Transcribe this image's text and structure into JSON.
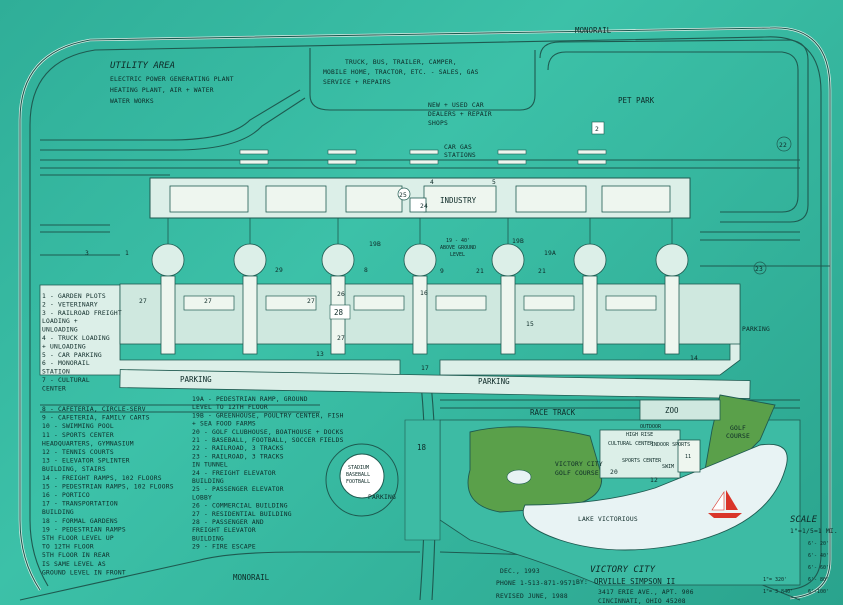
{
  "colors": {
    "background": "#35b59e",
    "ink": "#0d2a27",
    "pale": "#dcefe8",
    "building": "#e9f2ea",
    "golf": "#5aa04a",
    "lake": "#e8f3f4",
    "boat": "#d9352a"
  },
  "utility": {
    "title": "UTILITY    AREA",
    "lines": [
      "ELECTRIC POWER GENERATING PLANT",
      "HEATING PLANT, AIR + WATER",
      "WATER WORKS"
    ]
  },
  "truck": {
    "lines": [
      "TRUCK, BUS, TRAILER, CAMPER,",
      "MOBILE HOME, TRACTOR, ETC. - SALES, GAS",
      "SERVICE + REPAIRS"
    ]
  },
  "cars": {
    "lines": [
      "NEW + USED CAR",
      "DEALERS + REPAIR",
      "SHOPS"
    ]
  },
  "gas": {
    "lines": [
      "CAR GAS",
      "STATIONS"
    ]
  },
  "monorail_top": "MONORAIL",
  "monorail_bottom": "MONORAIL",
  "pet_park": "PET PARK",
  "industry": "INDUSTRY",
  "parking_left": "PARKING",
  "parking_mid": "PARKING",
  "parking_right": "PARKING",
  "parking_stadium": "PARKING",
  "race_track": "RACE TRACK",
  "zoo": "ZOO",
  "golf_main": {
    "lines": [
      "VICTORY CITY",
      "GOLF COURSE"
    ]
  },
  "golf_right": {
    "lines": [
      "GOLF",
      "COURSE"
    ]
  },
  "lake": "LAKE VICTORIOUS",
  "stadium": {
    "lines": [
      "STADIUM",
      "BASEBALL",
      "FOOTBALL"
    ]
  },
  "ground_note": {
    "lines": [
      "19 - 40'",
      "ABOVE GROUND",
      "LEVEL"
    ]
  },
  "num_labels": {
    "n2": "2",
    "n22": "22",
    "n23": "23",
    "n25": "25",
    "n24": "24",
    "n4": "4",
    "n5": "5",
    "n19b_a": "19B",
    "n19b_b": "19B",
    "n19a": "19A",
    "n29": "29",
    "n8": "8",
    "n9": "9",
    "n21a": "21",
    "n21b": "21",
    "n27a": "27",
    "n27b": "27",
    "n27c": "27",
    "n27d": "27",
    "n26": "26",
    "n28": "28",
    "n16": "16",
    "n15": "15",
    "n13": "13",
    "n17": "17",
    "n18": "18",
    "n20": "20",
    "n12": "12",
    "n3": "3",
    "n1": "1",
    "n14": "14"
  },
  "legend_left": [
    "1 - GARDEN PLOTS",
    "2 - VETERINARY",
    "3 - RAILROAD FREIGHT",
    "    LOADING +",
    "    UNLOADING",
    "4 - TRUCK LOADING",
    "    + UNLOADING",
    "5 - CAR PARKING",
    "6 - MONORAIL",
    "    STATION",
    "7 - CULTURAL",
    "    CENTER"
  ],
  "legend_mid": [
    "8 - CAFETERIA, CIRCLE-SERV",
    "9 - CAFETERIA, FAMILY CARTS",
    "10 - SWIMMING  POOL",
    "11 - SPORTS CENTER",
    "     HEADQUARTERS, GYMNASIUM",
    "12 - TENNIS COURTS",
    "13 - ELEVATOR SPLINTER",
    "     BUILDING, STAIRS",
    "14 - FREIGHT RAMPS, 102 FLOORS",
    "15 - PEDESTRIAN RAMPS, 102 FLOORS",
    "16 - PORTICO",
    "17 - TRANSPORTATION",
    "     BUILDING",
    "18 - FORMAL GARDENS",
    "19 - PEDESTRIAN RAMPS",
    "     5TH FLOOR LEVEL UP",
    "     TO 12TH FLOOR",
    "     5TH FLOOR IN REAR",
    "     IS SAME LEVEL AS",
    "     GROUND LEVEL IN FRONT"
  ],
  "legend_right": [
    "19A - PEDESTRIAN RAMP, GROUND",
    "      LEVEL TO 12TH FLOOR",
    "19B - GREENHOUSE, POULTRY CENTER, FISH",
    "      + SEA FOOD FARMS",
    "20 - GOLF CLUBHOUSE, BOATHOUSE + DOCKS",
    "21 - BASEBALL, FOOTBALL, SOCCER FIELDS",
    "22 - RAILROAD, 3 TRACKS",
    "23 - RAILROAD, 3 TRACKS",
    "     IN TUNNEL",
    "24 - FREIGHT   ELEVATOR",
    "     BUILDING",
    "25 - PASSENGER ELEVATOR",
    "     LOBBY",
    "26 - COMMERCIAL BUILDING",
    "27 - RESIDENTIAL BUILDING",
    "28 - PASSENGER AND",
    "     FREIGHT ELEVATOR",
    "     BUILDING",
    "29 - FIRE ESCAPE"
  ],
  "sports_area": {
    "cultural": "CULTURAL CENTER",
    "high_rise": "HIGH RISE",
    "indoor_sports": "INDOOR SPORTS",
    "sports_center": "SPORTS CENTER",
    "swim": "SWIM",
    "outdoor": "OUTDOOR",
    "n11": "11"
  },
  "footer": {
    "date": "DEC., 1993",
    "phone": "PHONE 1-513-871-9571",
    "revised": "REVISED JUNE, 1988",
    "title": "VICTORY  CITY",
    "by": "BY:",
    "author": "ORVILLE  SIMPSON II",
    "address1": "3417 ERIE AVE., APT. 906",
    "address2": "CINCINNATI, OHIO 45208"
  },
  "scale": {
    "title": "SCALE",
    "main": "1\"=1/5=1 MI.",
    "rows": [
      {
        "left": "",
        "right": "6'- 20'"
      },
      {
        "left": "",
        "right": "6'- 40'"
      },
      {
        "left": "",
        "right": "6'- 60'"
      },
      {
        "left": "1\"= 320'",
        "right": "6'- 80'"
      },
      {
        "left": "1\"= 3 840'",
        "right": "6'-100'"
      }
    ]
  }
}
